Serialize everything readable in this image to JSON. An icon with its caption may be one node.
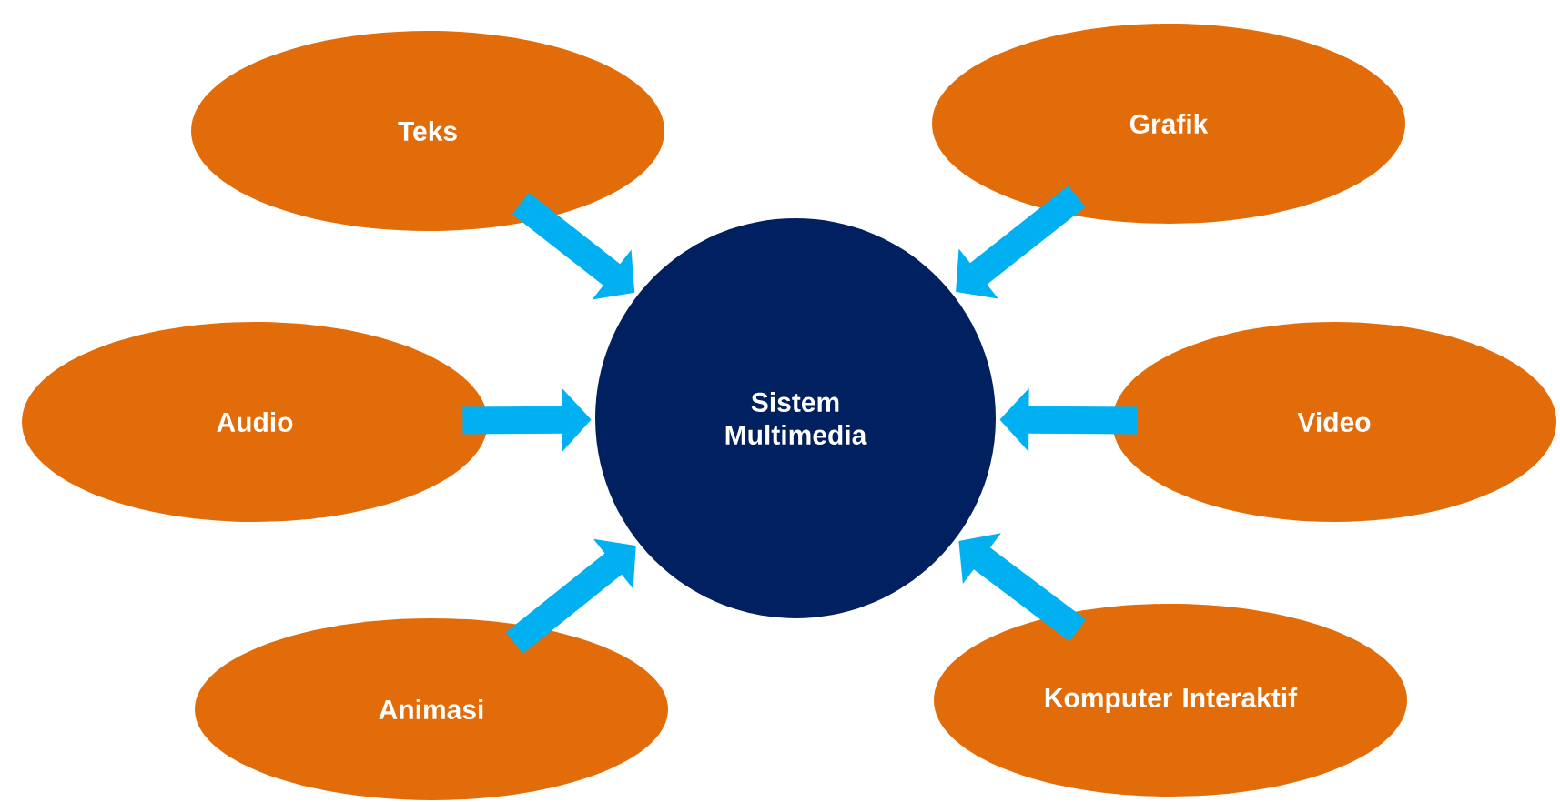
{
  "diagram": {
    "nodes": [
      {
        "text": [
          "Sistem Multimedia"
        ]
      },
      {
        "text": [
          "Teks"
        ]
      },
      {
        "text": [
          "Grafik"
        ]
      },
      {
        "text": [
          "Audio"
        ]
      },
      {
        "text": [
          "Video"
        ]
      },
      {
        "text": [
          "Animasi"
        ]
      },
      {
        "text": [
          "Komputer Interaktif"
        ]
      }
    ],
    "edges": [
      {
        "from": 1,
        "to": 0,
        "arrow": "to"
      },
      {
        "from": 2,
        "to": 0,
        "arrow": "to"
      },
      {
        "from": 3,
        "to": 0,
        "arrow": "to"
      },
      {
        "from": 4,
        "to": 0,
        "arrow": "to"
      },
      {
        "from": 5,
        "to": 0,
        "arrow": "to"
      },
      {
        "from": 6,
        "to": 0,
        "arrow": "to"
      }
    ]
  }
}
